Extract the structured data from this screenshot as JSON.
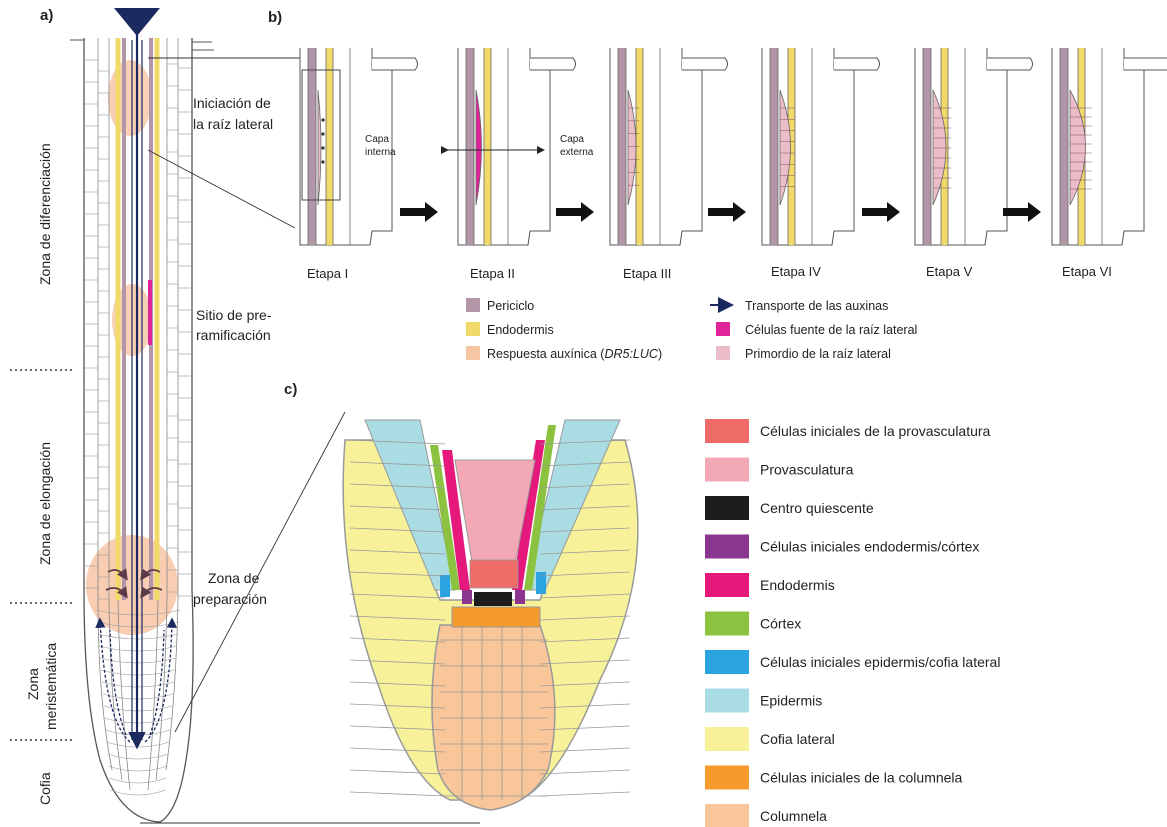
{
  "panels": {
    "a": "a)",
    "b": "b)",
    "c": "c)"
  },
  "zones": {
    "differentiation": "Zona de diferenciación",
    "elongation": "Zona de elongación",
    "meristematic_line1": "Zona",
    "meristematic_line2": "meristemática",
    "cap": "Cofia"
  },
  "annotations": {
    "initiation_line1": "Iniciación de",
    "initiation_line2": "la raíz lateral",
    "prebranch_line1": "Sitio de pre-",
    "prebranch_line2": "ramificación",
    "prep_line1": "Zona de",
    "prep_line2": "preparación",
    "inner_line1": "Capa",
    "inner_line2": "interna",
    "outer_line1": "Capa",
    "outer_line2": "externa"
  },
  "stages": [
    "Etapa I",
    "Etapa II",
    "Etapa III",
    "Etapa IV",
    "Etapa V",
    "Etapa VI"
  ],
  "legend_b": [
    {
      "label": "Periciclo",
      "color": "#b295a6",
      "kind": "swatch"
    },
    {
      "label": "Endodermis",
      "color": "#f1d96a",
      "kind": "swatch"
    },
    {
      "label_main": "Respuesta auxínica (",
      "label_italic": "DR5:LUC",
      "label_end": ")",
      "color": "#f7c4a4",
      "kind": "swatch"
    },
    {
      "label": "Transporte de las auxinas",
      "color": "#1b2a5e",
      "kind": "arrow"
    },
    {
      "label": "Células fuente de la raíz lateral",
      "color": "#e0259a",
      "kind": "swatch"
    },
    {
      "label": "Primordio de la raíz lateral",
      "color": "#ebbdc9",
      "kind": "swatch"
    }
  ],
  "legend_c": [
    {
      "label": "Células iniciales de la provasculatura",
      "color": "#ee6b67"
    },
    {
      "label": "Provasculatura",
      "color": "#f3a8b5"
    },
    {
      "label": "Centro quiescente",
      "color": "#1c1c1c"
    },
    {
      "label": "Células iniciales endodermis/córtex",
      "color": "#8a3590"
    },
    {
      "label": "Endodermis",
      "color": "#e5197c"
    },
    {
      "label": "Córtex",
      "color": "#8bc23f"
    },
    {
      "label": "Células iniciales epidermis/cofia lateral",
      "color": "#2aa3e0"
    },
    {
      "label": "Epidermis",
      "color": "#a9dde3"
    },
    {
      "label": "Cofia lateral",
      "color": "#f7f29a"
    },
    {
      "label": "Células iniciales de la columnela",
      "color": "#f59b2d"
    },
    {
      "label": "Columnela",
      "color": "#f8c699"
    }
  ]
}
